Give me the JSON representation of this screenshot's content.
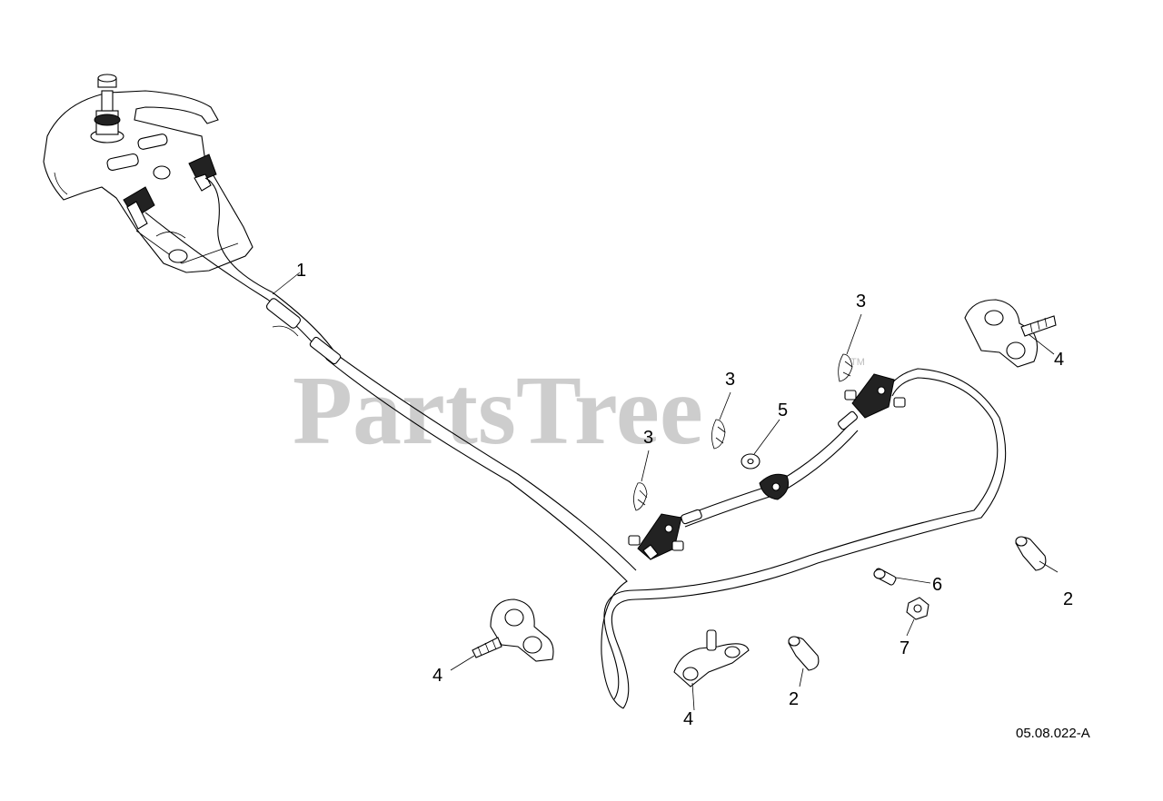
{
  "watermark": {
    "text": "PartsTree",
    "trademark": "TM"
  },
  "drawing_id": "05.08.022-A",
  "callouts": [
    {
      "id": "c1",
      "label": "1"
    },
    {
      "id": "c2a",
      "label": "2"
    },
    {
      "id": "c2b",
      "label": "2"
    },
    {
      "id": "c3a",
      "label": "3"
    },
    {
      "id": "c3b",
      "label": "3"
    },
    {
      "id": "c3c",
      "label": "3"
    },
    {
      "id": "c4a",
      "label": "4"
    },
    {
      "id": "c4b",
      "label": "4"
    },
    {
      "id": "c4c",
      "label": "4"
    },
    {
      "id": "c5",
      "label": "5"
    },
    {
      "id": "c6",
      "label": "6"
    },
    {
      "id": "c7",
      "label": "7"
    }
  ]
}
